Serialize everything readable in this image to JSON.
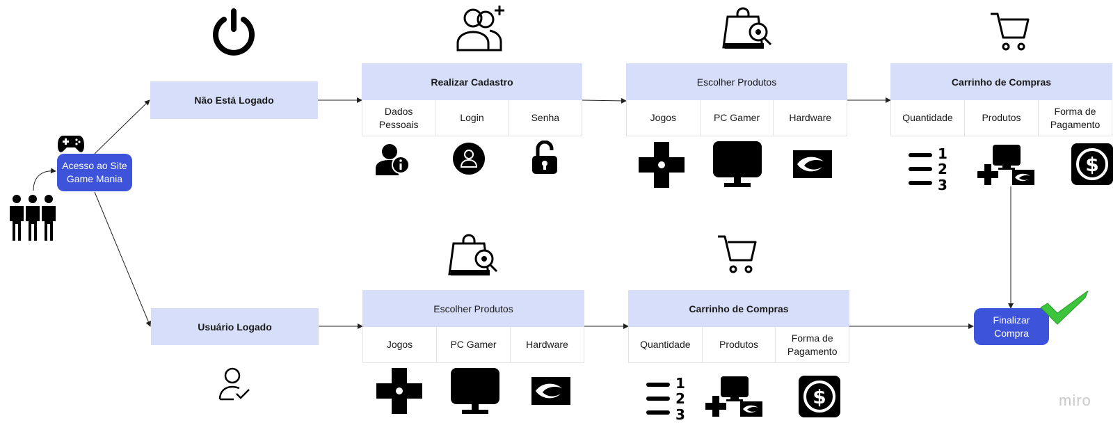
{
  "start": {
    "label": "Acesso ao Site Game Mania"
  },
  "branch_top": {
    "status": "Não Está Logado",
    "register": {
      "title": "Realizar Cadastro",
      "cells": [
        "Dados Pessoais",
        "Login",
        "Senha"
      ]
    },
    "products": {
      "title": "Escolher Produtos",
      "cells": [
        "Jogos",
        "PC Gamer",
        "Hardware"
      ]
    },
    "cart": {
      "title": "Carrinho de Compras",
      "cells": [
        "Quantidade",
        "Produtos",
        "Forma de Pagamento"
      ]
    }
  },
  "branch_bottom": {
    "status": "Usuário Logado",
    "products": {
      "title": "Escolher Produtos",
      "cells": [
        "Jogos",
        "PC Gamer",
        "Hardware"
      ]
    },
    "cart": {
      "title": "Carrinho de Compras",
      "cells": [
        "Quantidade",
        "Produtos",
        "Forma de Pagamento"
      ]
    }
  },
  "finish": {
    "label": "Finalizar Compra"
  },
  "watermark": "miro",
  "colors": {
    "box": "#d7defa",
    "accent": "#3d53d9",
    "check": "#3cc43c"
  },
  "icons": [
    "users-icon",
    "gamepad-icon",
    "power-icon",
    "add-user-icon",
    "shopping-bag-search-icon",
    "cart-icon",
    "user-info-icon",
    "user-circle-icon",
    "unlock-icon",
    "dpad-icon",
    "monitor-icon",
    "nvidia-icon",
    "numbered-list-icon",
    "products-combo-icon",
    "dollar-icon",
    "user-check-icon",
    "checkmark-icon"
  ]
}
